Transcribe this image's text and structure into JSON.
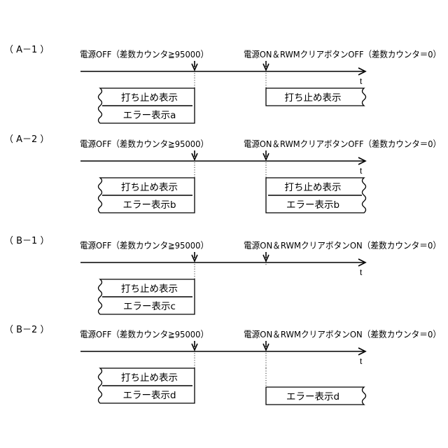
{
  "panels": [
    {
      "id": "A-1",
      "section_label": "（ A－1 ）",
      "event_left": "電源OFF（差数カウンタ≧95000）",
      "event_right": "電源ON＆RWMクリアボタンOFF（差数カウンタ＝0）",
      "time_label": "t",
      "left_box": [
        "打ち止め表示",
        "エラー表示a"
      ],
      "right_box": [
        "打ち止め表示"
      ]
    },
    {
      "id": "A-2",
      "section_label": "（ A－2 ）",
      "event_left": "電源OFF（差数カウンタ≧95000）",
      "event_right": "電源ON＆RWMクリアボタンOFF（差数カウンタ＝0）",
      "time_label": "t",
      "left_box": [
        "打ち止め表示",
        "エラー表示b"
      ],
      "right_box": [
        "打ち止め表示",
        "エラー表示b"
      ]
    },
    {
      "id": "B-1",
      "section_label": "（ B－1 ）",
      "event_left": "電源OFF（差数カウンタ≧95000）",
      "event_right": "電源ON＆RWMクリアボタンON（差数カウンタ＝0）",
      "time_label": "t",
      "left_box": [
        "打ち止め表示",
        "エラー表示c"
      ],
      "right_box": []
    },
    {
      "id": "B-2",
      "section_label": "（ B－2 ）",
      "event_left": "電源OFF（差数カウンタ≧95000）",
      "event_right": "電源ON＆RWMクリアボタンON（差数カウンタ＝0）",
      "time_label": "t",
      "left_box": [
        "打ち止め表示",
        "エラー表示d"
      ],
      "right_box": [
        "エラー表示d"
      ]
    }
  ]
}
